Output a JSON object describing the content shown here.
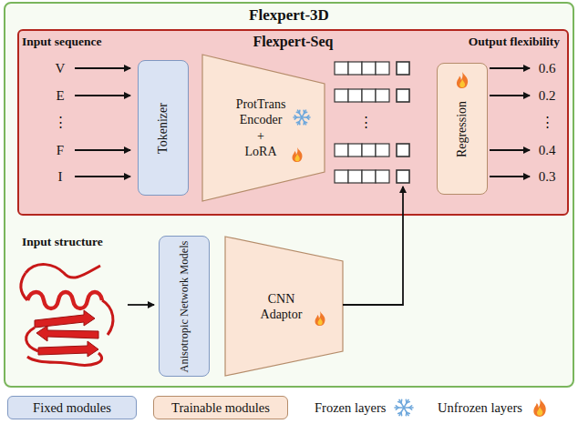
{
  "diagram": {
    "nodes": [
      {
        "text": [
          "Flexpert-3D"
        ]
      },
      {
        "text": [
          "Flexpert-Seq"
        ],
        "in": 0
      },
      {
        "text": [
          "Tokenizer"
        ],
        "in": 1
      },
      {
        "text": [
          "ProtTrans Encoder + LoRA"
        ],
        "in": 1
      },
      {
        "text": [
          "Regression"
        ],
        "in": 1
      },
      {
        "text": [
          "Anisotropic Network Models"
        ],
        "in": 0
      },
      {
        "text": [
          "CNN Adaptor"
        ],
        "in": 0
      }
    ],
    "labels": [
      "Input sequence",
      "Output flexibility",
      "V",
      "E",
      "⋮",
      "F",
      "I",
      "⋮",
      "0.6",
      "0.2",
      "⋮",
      "0.4",
      "0.3",
      "Input structure"
    ],
    "legend": [
      {
        "text": "Fixed modules",
        "color": "#dae3f3"
      },
      {
        "text": "Trainable modules",
        "color": "#fbe5d6"
      },
      {
        "text": "Frozen layers"
      },
      {
        "text": "Unfrozen layers"
      }
    ]
  }
}
